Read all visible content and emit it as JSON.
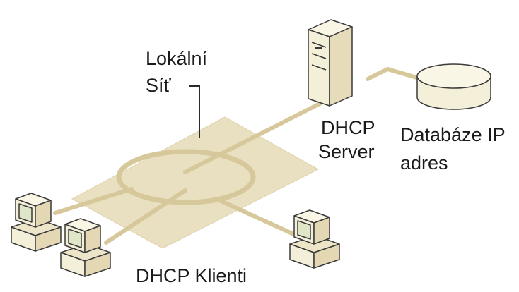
{
  "labels": {
    "lan_line1": "Lokální",
    "lan_line2": "Síť",
    "server_line1": "DHCP",
    "server_line2": "Server",
    "database_line1": "Databáze IP",
    "database_line2": "adres",
    "clients": "DHCP Klienti"
  },
  "colors": {
    "network_tile": "#e9dfc1",
    "cable": "#d6c89b",
    "device_fill": "#f4efd9",
    "device_stroke": "#3a3a3a",
    "screen": "#dfe6c8"
  },
  "icons": {
    "server": "server-tower-icon",
    "database": "database-cylinder-icon",
    "client": "desktop-computer-icon"
  }
}
